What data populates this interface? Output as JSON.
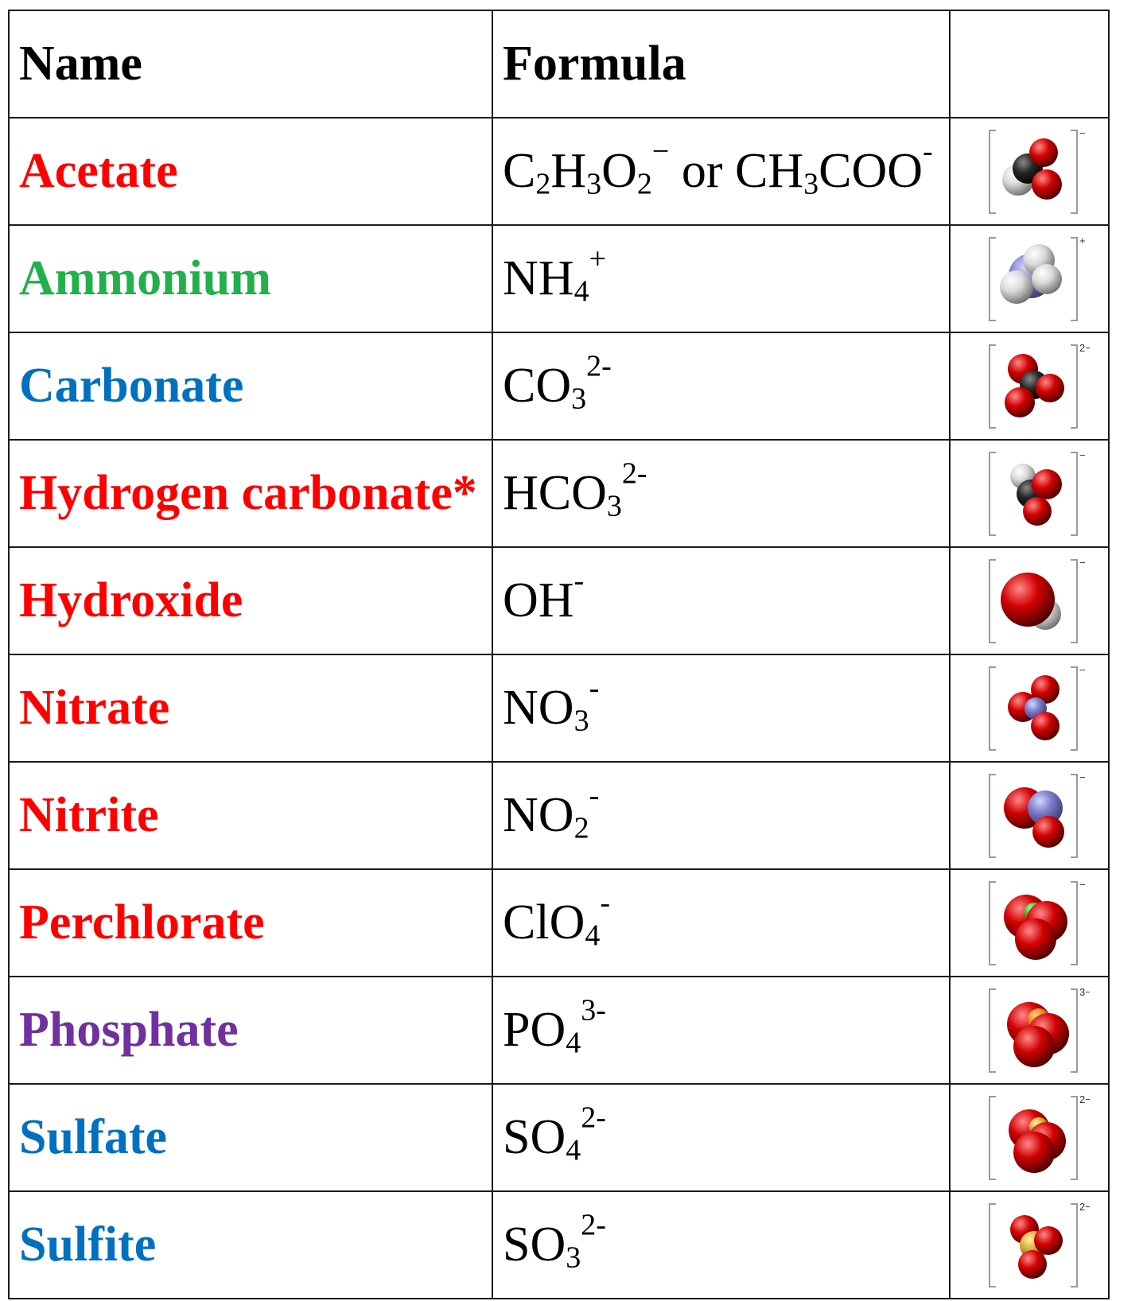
{
  "header": {
    "name": "Name",
    "formula": "Formula",
    "model": ""
  },
  "colors": {
    "red": "#ff0000",
    "green": "#22b04b",
    "blue": "#0070c0",
    "purple": "#7030a0"
  },
  "rows": [
    {
      "name": "Acetate",
      "color": "#ff0000",
      "formula": [
        [
          "C",
          ""
        ],
        [
          "2",
          "sub"
        ],
        [
          "H",
          ""
        ],
        [
          "3",
          "sub"
        ],
        [
          "O",
          ""
        ],
        [
          "2",
          "sub"
        ],
        [
          "−",
          "sup"
        ],
        [
          " or CH",
          ""
        ],
        [
          "3",
          "sub"
        ],
        [
          "COO",
          ""
        ],
        [
          "-",
          "sup"
        ]
      ],
      "model": {
        "charge": "−",
        "atoms": [
          "black",
          "white",
          "red"
        ]
      }
    },
    {
      "name": "Ammonium",
      "color": "#22b04b",
      "formula": [
        [
          "NH",
          ""
        ],
        [
          "4",
          "sub"
        ],
        [
          "+",
          "sup"
        ]
      ],
      "model": {
        "charge": "+",
        "atoms": [
          "blue-violet",
          "white"
        ]
      }
    },
    {
      "name": "Carbonate",
      "color": "#0070c0",
      "formula": [
        [
          "CO",
          ""
        ],
        [
          "3",
          "sub"
        ],
        [
          "2-",
          "sup"
        ]
      ],
      "model": {
        "charge": "2−",
        "atoms": [
          "red",
          "black"
        ]
      }
    },
    {
      "name": "Hydrogen carbonate*",
      "color": "#ff0000",
      "formula": [
        [
          "HCO",
          ""
        ],
        [
          "3",
          "sub"
        ],
        [
          "2-",
          "sup"
        ]
      ],
      "model": {
        "charge": "−",
        "atoms": [
          "white",
          "red",
          "black"
        ]
      }
    },
    {
      "name": "Hydroxide",
      "color": "#ff0000",
      "formula": [
        [
          "OH",
          ""
        ],
        [
          "-",
          "sup"
        ]
      ],
      "model": {
        "charge": "−",
        "atoms": [
          "red",
          "white"
        ]
      }
    },
    {
      "name": "Nitrate",
      "color": "#ff0000",
      "formula": [
        [
          "NO",
          ""
        ],
        [
          "3",
          "sub"
        ],
        [
          "-",
          "sup"
        ]
      ],
      "model": {
        "charge": "−",
        "atoms": [
          "red",
          "blue-violet"
        ]
      }
    },
    {
      "name": "Nitrite",
      "color": "#ff0000",
      "formula": [
        [
          "NO",
          ""
        ],
        [
          "2",
          "sub"
        ],
        [
          "-",
          "sup"
        ]
      ],
      "model": {
        "charge": "−",
        "atoms": [
          "red",
          "blue-violet"
        ]
      }
    },
    {
      "name": "Perchlorate",
      "color": "#ff0000",
      "formula": [
        [
          "ClO",
          ""
        ],
        [
          "4",
          "sub"
        ],
        [
          "-",
          "sup"
        ]
      ],
      "model": {
        "charge": "−",
        "atoms": [
          "red",
          "green"
        ]
      }
    },
    {
      "name": "Phosphate",
      "color": "#7030a0",
      "formula": [
        [
          "PO",
          ""
        ],
        [
          "4",
          "sub"
        ],
        [
          "3-",
          "sup"
        ]
      ],
      "model": {
        "charge": "3−",
        "atoms": [
          "red",
          "orange"
        ]
      }
    },
    {
      "name": "Sulfate",
      "color": "#0070c0",
      "formula": [
        [
          "SO",
          ""
        ],
        [
          "4",
          "sub"
        ],
        [
          "2-",
          "sup"
        ]
      ],
      "model": {
        "charge": "2−",
        "atoms": [
          "red",
          "yellow"
        ]
      }
    },
    {
      "name": "Sulfite",
      "color": "#0070c0",
      "formula": [
        [
          "SO",
          ""
        ],
        [
          "3",
          "sub"
        ],
        [
          "2-",
          "sup"
        ]
      ],
      "model": {
        "charge": "2−",
        "atoms": [
          "red",
          "yellow"
        ]
      }
    }
  ]
}
